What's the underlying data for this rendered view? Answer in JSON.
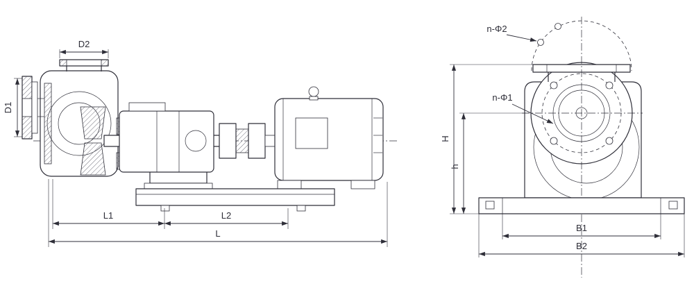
{
  "figure": {
    "background": "#ffffff",
    "line_color": "#2e2e38",
    "labels": {
      "d2": "D2",
      "d1": "D1",
      "l1": "L1",
      "l2": "L2",
      "l": "L",
      "n_phi2": "n-Φ2",
      "n_phi1": "n-Φ1",
      "H": "H",
      "h": "h",
      "b1": "B1",
      "b2": "B2"
    }
  }
}
